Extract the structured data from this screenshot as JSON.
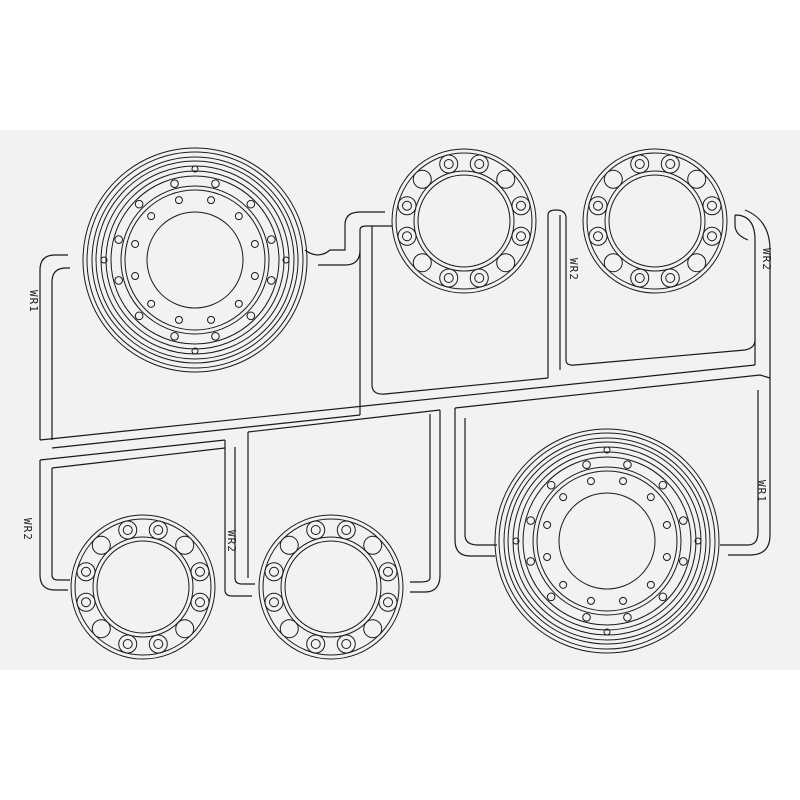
{
  "colors": {
    "background": "#ffffff",
    "sheet": "#f2f2f2",
    "line": "#1a1a1a"
  },
  "labels": {
    "tag_left_top": "WR1",
    "tag_mid_top": "WR2",
    "tag_right_top": "WR2",
    "tag_left_bottom": "WR2",
    "tag_mid_bottom": "WR2",
    "tag_right_bottom": "WR1"
  },
  "parts": {
    "wheel_rims": [
      {
        "id": "WR1",
        "bolt_holes": 12
      },
      {
        "id": "WR1",
        "bolt_holes": 12
      }
    ],
    "lug_rings": [
      {
        "id": "WR2",
        "bosses": 12
      },
      {
        "id": "WR2",
        "bosses": 12
      },
      {
        "id": "WR2",
        "bosses": 12
      },
      {
        "id": "WR2",
        "bosses": 12
      }
    ]
  }
}
